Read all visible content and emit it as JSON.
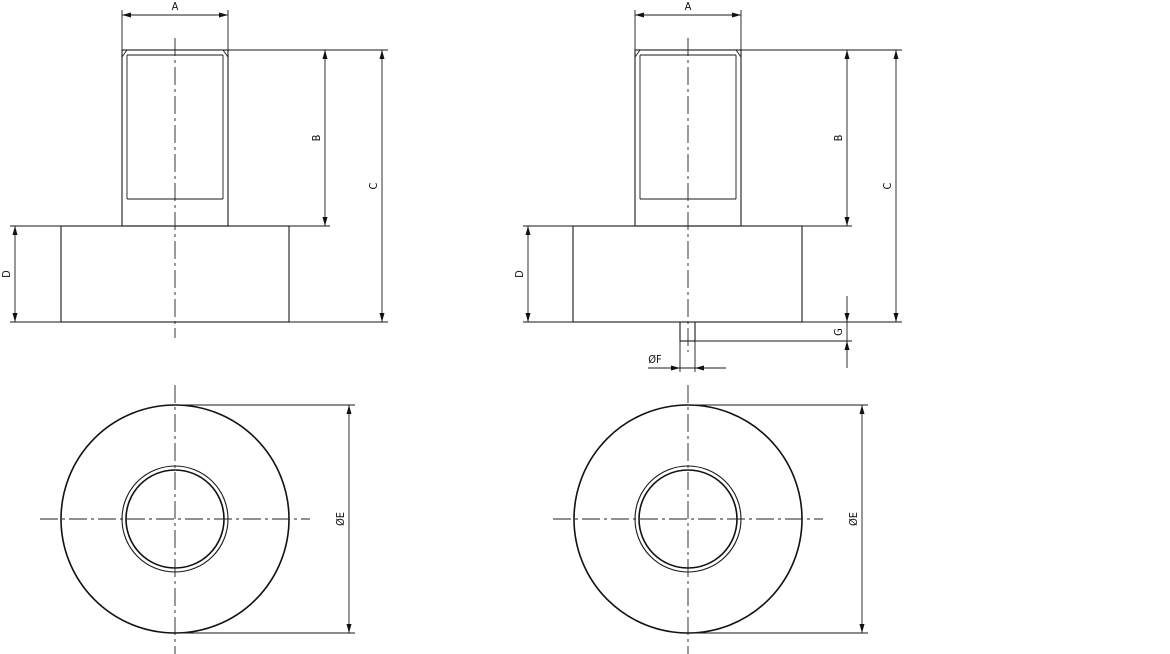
{
  "colors": {
    "line": "#111111",
    "background": "#ffffff"
  },
  "views": {
    "left": {
      "dims": {
        "a": "A",
        "b": "B",
        "c": "C",
        "d": "D",
        "e": "ØE"
      }
    },
    "right": {
      "dims": {
        "a": "A",
        "b": "B",
        "c": "C",
        "d": "D",
        "e": "ØE",
        "f": "ØF",
        "g": "G"
      }
    }
  }
}
